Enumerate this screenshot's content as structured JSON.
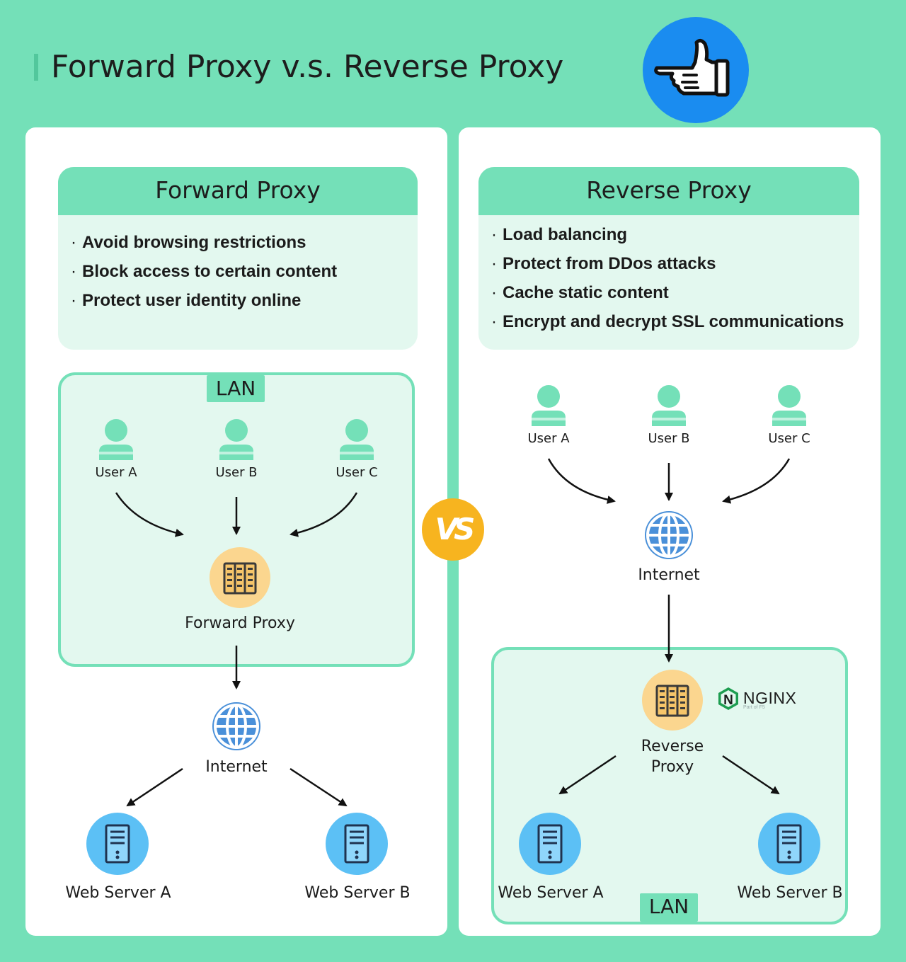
{
  "title": "Forward Proxy v.s. Reverse Proxy",
  "vs_label": "VS",
  "forward": {
    "heading": "Forward Proxy",
    "bullet_marker": "·",
    "bullets": [
      "Avoid browsing restrictions",
      "Block access to certain content",
      "Protect user identity online"
    ],
    "lan_label": "LAN",
    "users": [
      "User A",
      "User B",
      "User C"
    ],
    "proxy_label": "Forward Proxy",
    "internet_label": "Internet",
    "servers": [
      "Web Server A",
      "Web Server B"
    ]
  },
  "reverse": {
    "heading": "Reverse Proxy",
    "bullet_marker": "·",
    "bullets": [
      "Load balancing",
      "Protect from DDos attacks",
      "Cache static content",
      "Encrypt and decrypt SSL communications"
    ],
    "users": [
      "User A",
      "User B",
      "User C"
    ],
    "internet_label": "Internet",
    "proxy_label_line1": "Reverse",
    "proxy_label_line2": "Proxy",
    "nginx_letter": "N",
    "nginx_name": "NGINX",
    "nginx_sub": "Part of F5",
    "lan_label": "LAN",
    "servers": [
      "Web Server A",
      "Web Server B"
    ]
  },
  "colors": {
    "background": "#74e0b8",
    "panel": "#ffffff",
    "card": "#e3f8ef",
    "user_icon": "#74e0b8",
    "proxy_circle": "#fbd68f",
    "server_circle": "#5cc0f5",
    "globe": "#4a90d9",
    "vs_badge": "#f7b41f",
    "hand_badge": "#1a8cf0",
    "nginx_green": "#1d9d50"
  },
  "icons": {
    "hand": "pointing-hand-icon",
    "user": "user-icon",
    "proxy": "server-rack-icon",
    "globe": "globe-icon",
    "server": "server-tower-icon"
  }
}
